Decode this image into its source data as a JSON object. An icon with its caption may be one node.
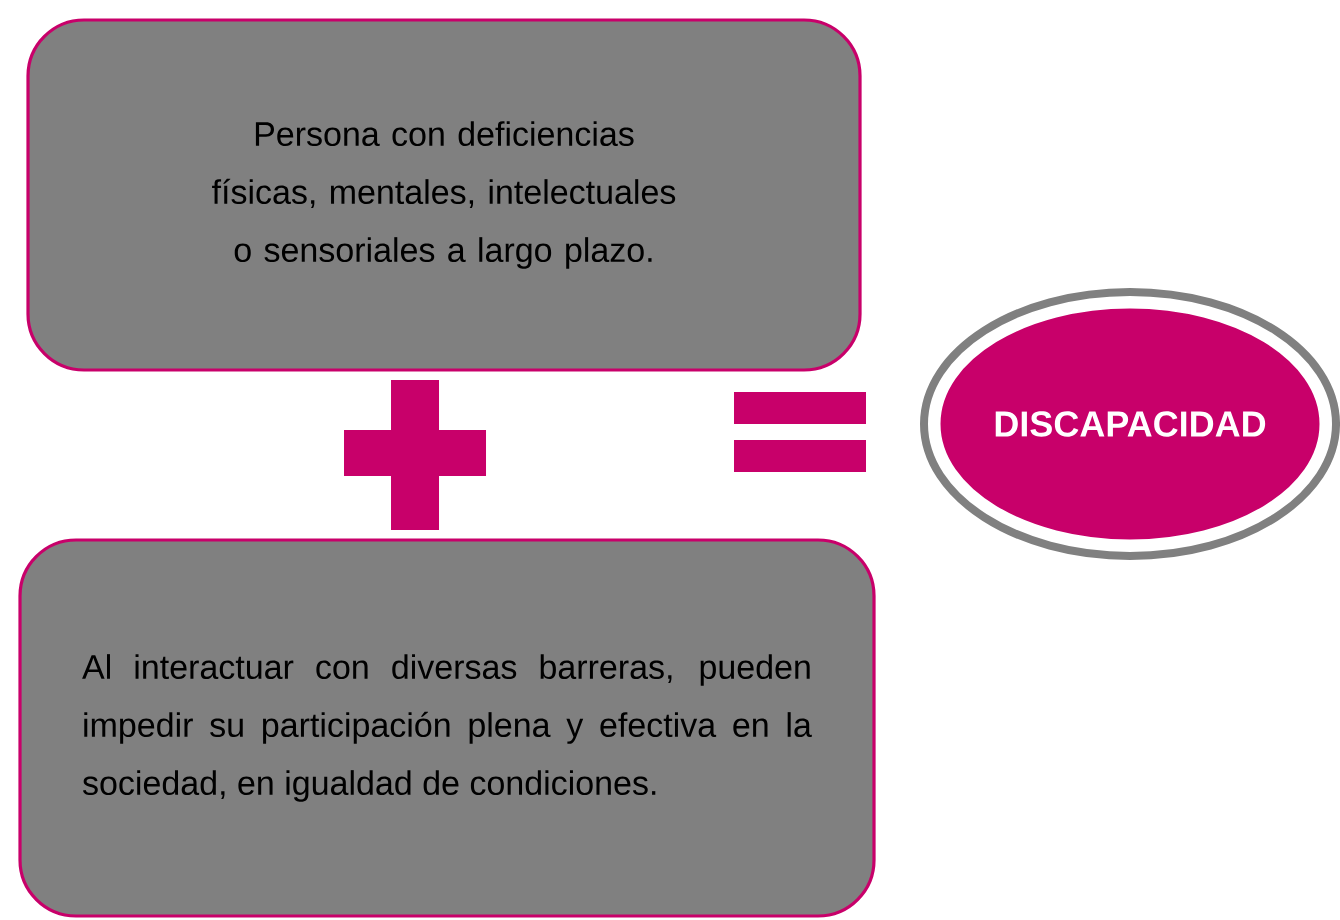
{
  "diagram": {
    "nodes": [
      {
        "text": [
          "Persona con deficiencias físicas, mentales, intelectuales o sensoriales a largo plazo."
        ]
      },
      {
        "text": [],
        "shape": "plus"
      },
      {
        "text": [],
        "shape": "equals"
      },
      {
        "text": [
          "DISCAPACIDAD"
        ]
      },
      {
        "text": [
          "Al interactuar con diversas barreras, pueden impedir su participación plena y efectiva en la sociedad, en igualdad de condiciones."
        ]
      }
    ]
  }
}
